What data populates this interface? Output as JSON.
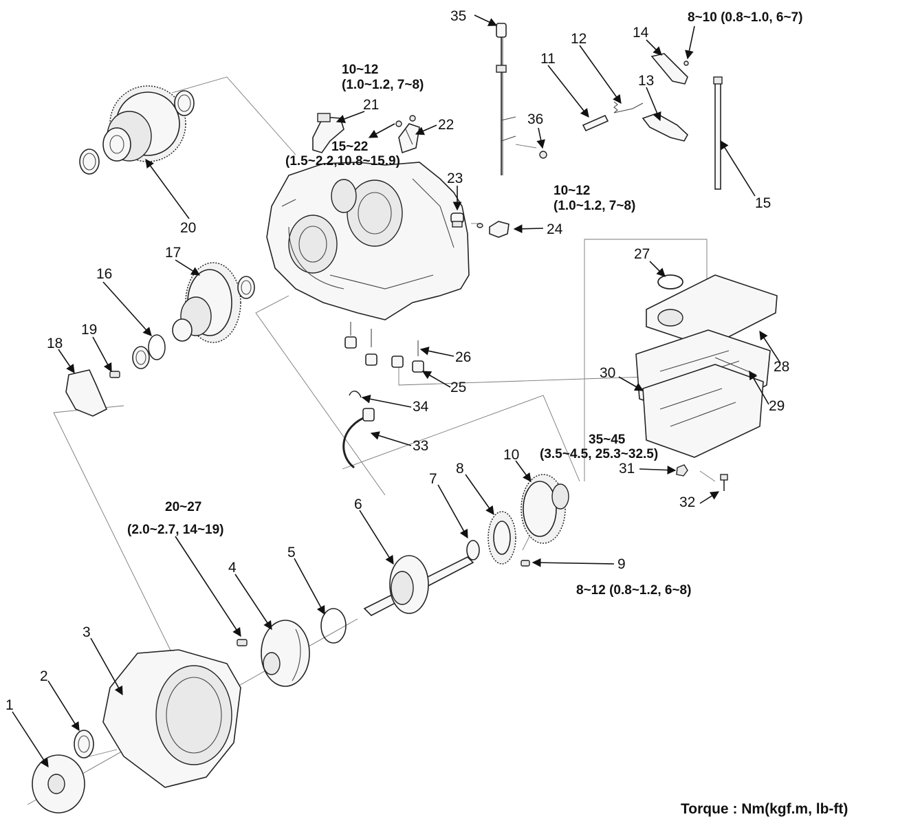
{
  "callouts": {
    "c1": "1",
    "c2": "2",
    "c3": "3",
    "c4": "4",
    "c5": "5",
    "c6": "6",
    "c7": "7",
    "c8": "8",
    "c9": "9",
    "c10": "10",
    "c11": "11",
    "c12": "12",
    "c13": "13",
    "c14": "14",
    "c15": "15",
    "c16": "16",
    "c17": "17",
    "c18": "18",
    "c19": "19",
    "c20": "20",
    "c21": "21",
    "c22": "22",
    "c23": "23",
    "c24": "24",
    "c25": "25",
    "c26": "26",
    "c27": "27",
    "c28": "28",
    "c29": "29",
    "c30": "30",
    "c31": "31",
    "c32": "32",
    "c33": "33",
    "c34": "34",
    "c35": "35",
    "c36": "36"
  },
  "torque_specs": {
    "t_8_10": "8~10 (0.8~1.0, 6~7)",
    "t_10_12_top_a": "10~12",
    "t_10_12_top_b": "(1.0~1.2, 7~8)",
    "t_15_22_a": "15~22",
    "t_15_22_b": "(1.5~2.2,10.8~15.9)",
    "t_10_12_mid_a": "10~12",
    "t_10_12_mid_b": "(1.0~1.2, 7~8)",
    "t_35_45_a": "35~45",
    "t_35_45_b": "(3.5~4.5, 25.3~32.5)",
    "t_20_27_a": "20~27",
    "t_20_27_b": "(2.0~2.7, 14~19)",
    "t_8_12": "8~12 (0.8~1.2, 6~8)"
  },
  "legend": "Torque : Nm(kgf.m, lb-ft)"
}
